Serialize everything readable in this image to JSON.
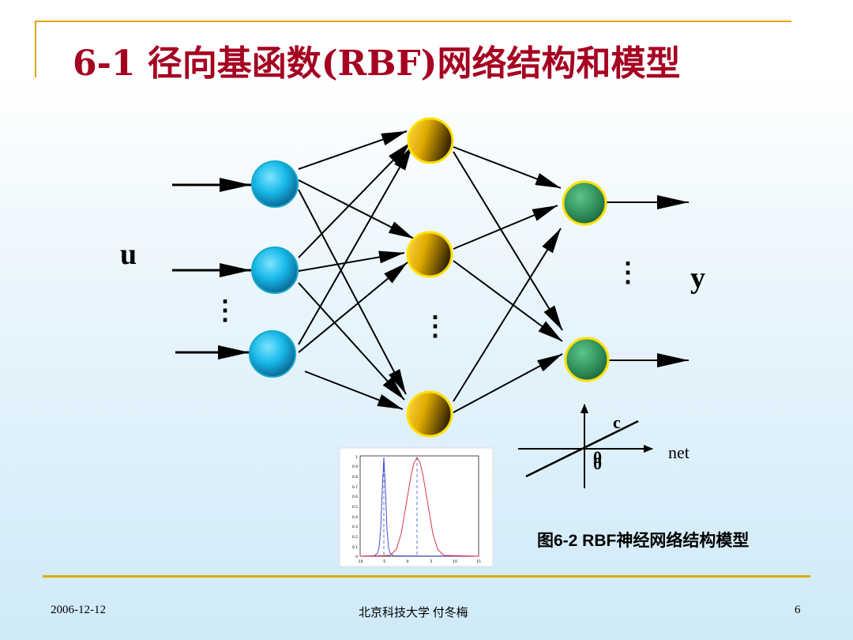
{
  "title": "6-1 径向基函数(RBF)网络结构和模型",
  "labels": {
    "input": "u",
    "output": "y",
    "dots": "⋮"
  },
  "activation": {
    "c_label": "c",
    "zero_label": "0",
    "axis_label": "net"
  },
  "caption": "图6-2  RBF神经网络结构模型",
  "footer": {
    "date": "2006-12-12",
    "author": "北京科技大学  付冬梅",
    "page": "6"
  },
  "gaussian_plot": {
    "y_ticks": [
      "0",
      "0.1",
      "0.2",
      "0.3",
      "0.4",
      "0.5",
      "0.6",
      "0.7",
      "0.8",
      "0.9",
      "1"
    ],
    "x_ticks": [
      "-10",
      "-5",
      "0",
      "5",
      "10",
      "15"
    ]
  },
  "colors": {
    "title": "#a50021",
    "rule": "#e0a800",
    "input_node": "#1ec0ec",
    "hidden_node": "#e2b400",
    "output_node": "#2e8b57"
  }
}
